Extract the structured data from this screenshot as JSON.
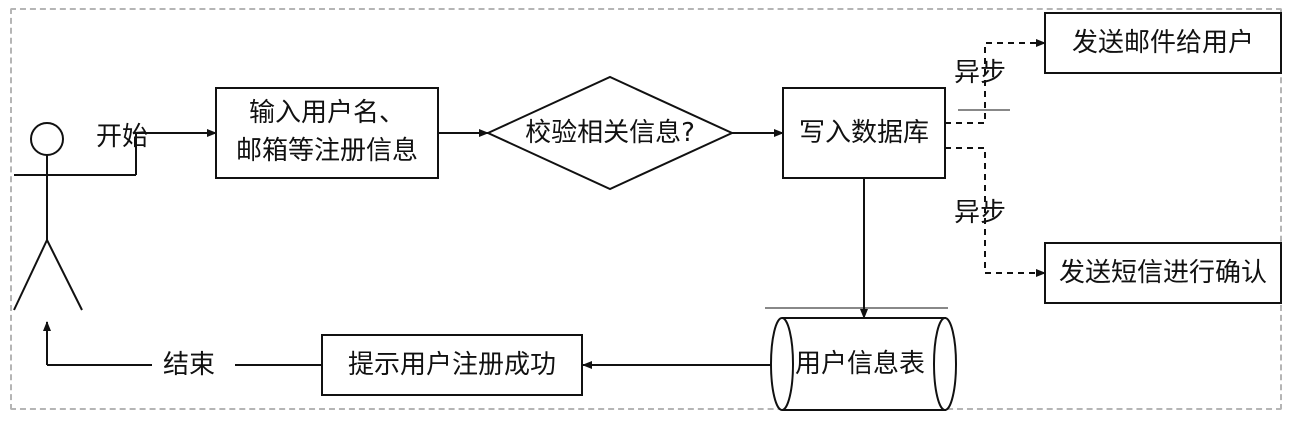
{
  "diagram": {
    "start_label": "开始",
    "end_label": "结束",
    "input_box": {
      "line1": "输入用户名、",
      "line2": "邮箱等注册信息"
    },
    "verify_decision": "校验相关信息?",
    "write_db": "写入数据库",
    "db_table": "用户信息表",
    "success_box": "提示用户注册成功",
    "send_email": "发送邮件给用户",
    "send_sms": "发送短信进行确认",
    "async_label_top": "异步",
    "async_label_bottom": "异步"
  }
}
